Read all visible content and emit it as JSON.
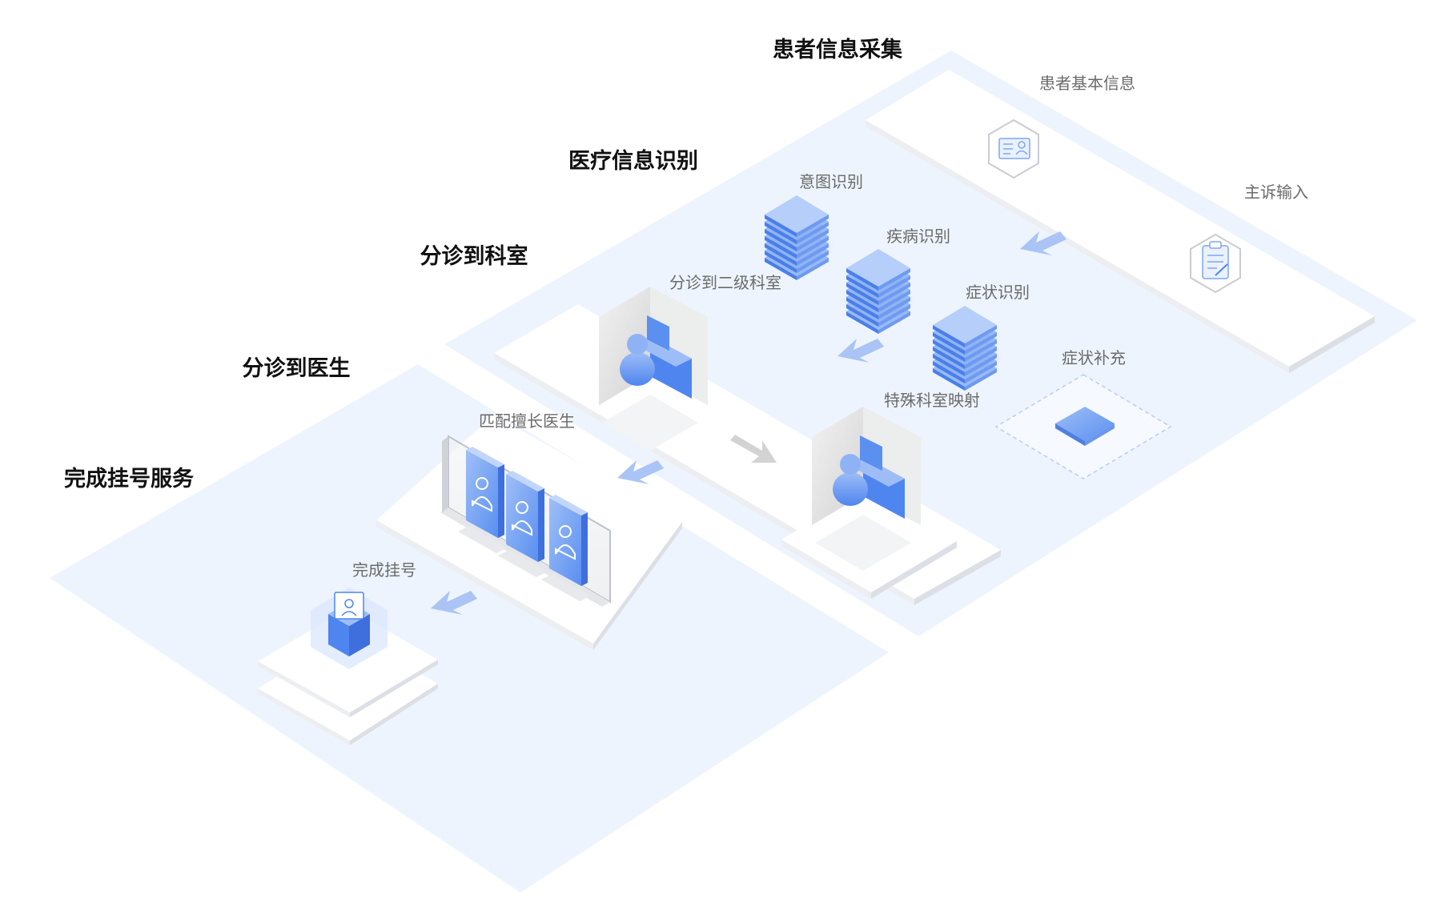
{
  "stages": {
    "collect": "患者信息采集",
    "recognize": "医疗信息识别",
    "dept": "分诊到科室",
    "doctor": "分诊到医生",
    "register": "完成挂号服务"
  },
  "nodes": {
    "basic_info": "患者基本信息",
    "complaint": "主诉输入",
    "intent": "意图识别",
    "disease": "疾病识别",
    "symptom": "症状识别",
    "symptom_supplement": "症状补充",
    "second_dept": "分诊到二级科室",
    "special_dept": "特殊科室映射",
    "match_doctor": "匹配擅长医生",
    "done": "完成挂号"
  },
  "colors": {
    "platform": "#eef4fd",
    "card": "#ffffff",
    "card_edge": "#dcdfe5",
    "accent": "#5b8ff0",
    "accent_light": "#aac6f7",
    "arrow": "#a9c4f5",
    "stage_text": "#111111",
    "node_text": "#6b6b6b"
  }
}
